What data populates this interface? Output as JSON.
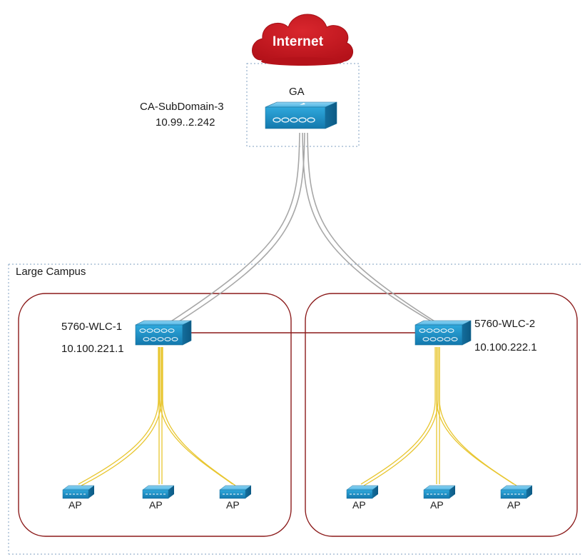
{
  "cloud": {
    "label": "Internet"
  },
  "gateway": {
    "name": "GA",
    "domain": "CA-SubDomain-3",
    "ip": "10.99..2.242",
    "icon": "router-icon"
  },
  "campus": {
    "label": "Large Campus"
  },
  "controllers": [
    {
      "name": "5760-WLC-1",
      "ip": "10.100.221.1",
      "icon": "wlc-switch-icon"
    },
    {
      "name": "5760-WLC-2",
      "ip": "10.100.222.1",
      "icon": "wlc-switch-icon"
    }
  ],
  "access_points": {
    "left": [
      {
        "label": "AP"
      },
      {
        "label": "AP"
      },
      {
        "label": "AP"
      }
    ],
    "right": [
      {
        "label": "AP"
      },
      {
        "label": "AP"
      },
      {
        "label": "AP"
      }
    ]
  },
  "colors": {
    "cloud": "#c8161d",
    "device": "#2aa3d8",
    "zone_border": "#8b1a1a",
    "uplink": "#9a9a9a",
    "ap_link": "#e8c630",
    "dotted_border": "#7f9fc2"
  }
}
